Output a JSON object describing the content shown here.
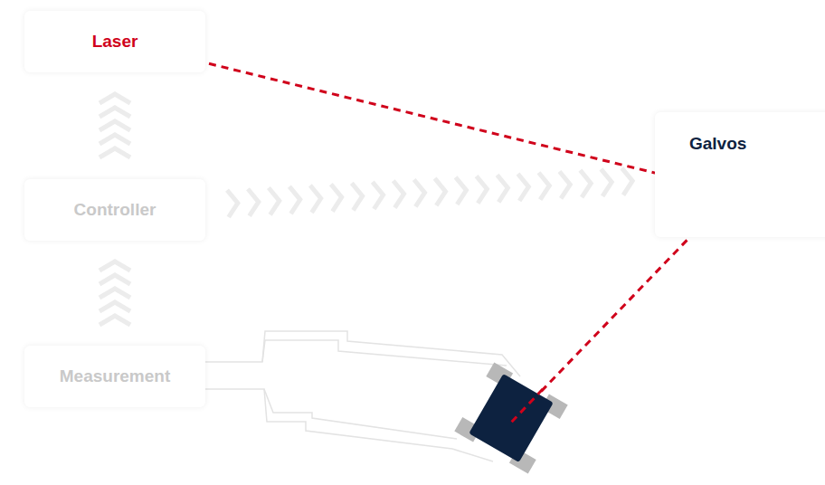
{
  "diagram": {
    "nodes": [
      {
        "text": [
          "Laser"
        ]
      },
      {
        "text": [
          "Galvos"
        ]
      },
      {
        "text": [
          "Controller"
        ]
      },
      {
        "text": [
          "Measurement"
        ]
      }
    ],
    "edges": [
      {
        "from": 2,
        "to": 0,
        "arrow": "to"
      },
      {
        "from": 2,
        "to": 1,
        "arrow": "to"
      },
      {
        "from": 3,
        "to": 2,
        "arrow": "to"
      },
      {
        "from": 0,
        "to": 1,
        "arrow": "none"
      }
    ]
  }
}
